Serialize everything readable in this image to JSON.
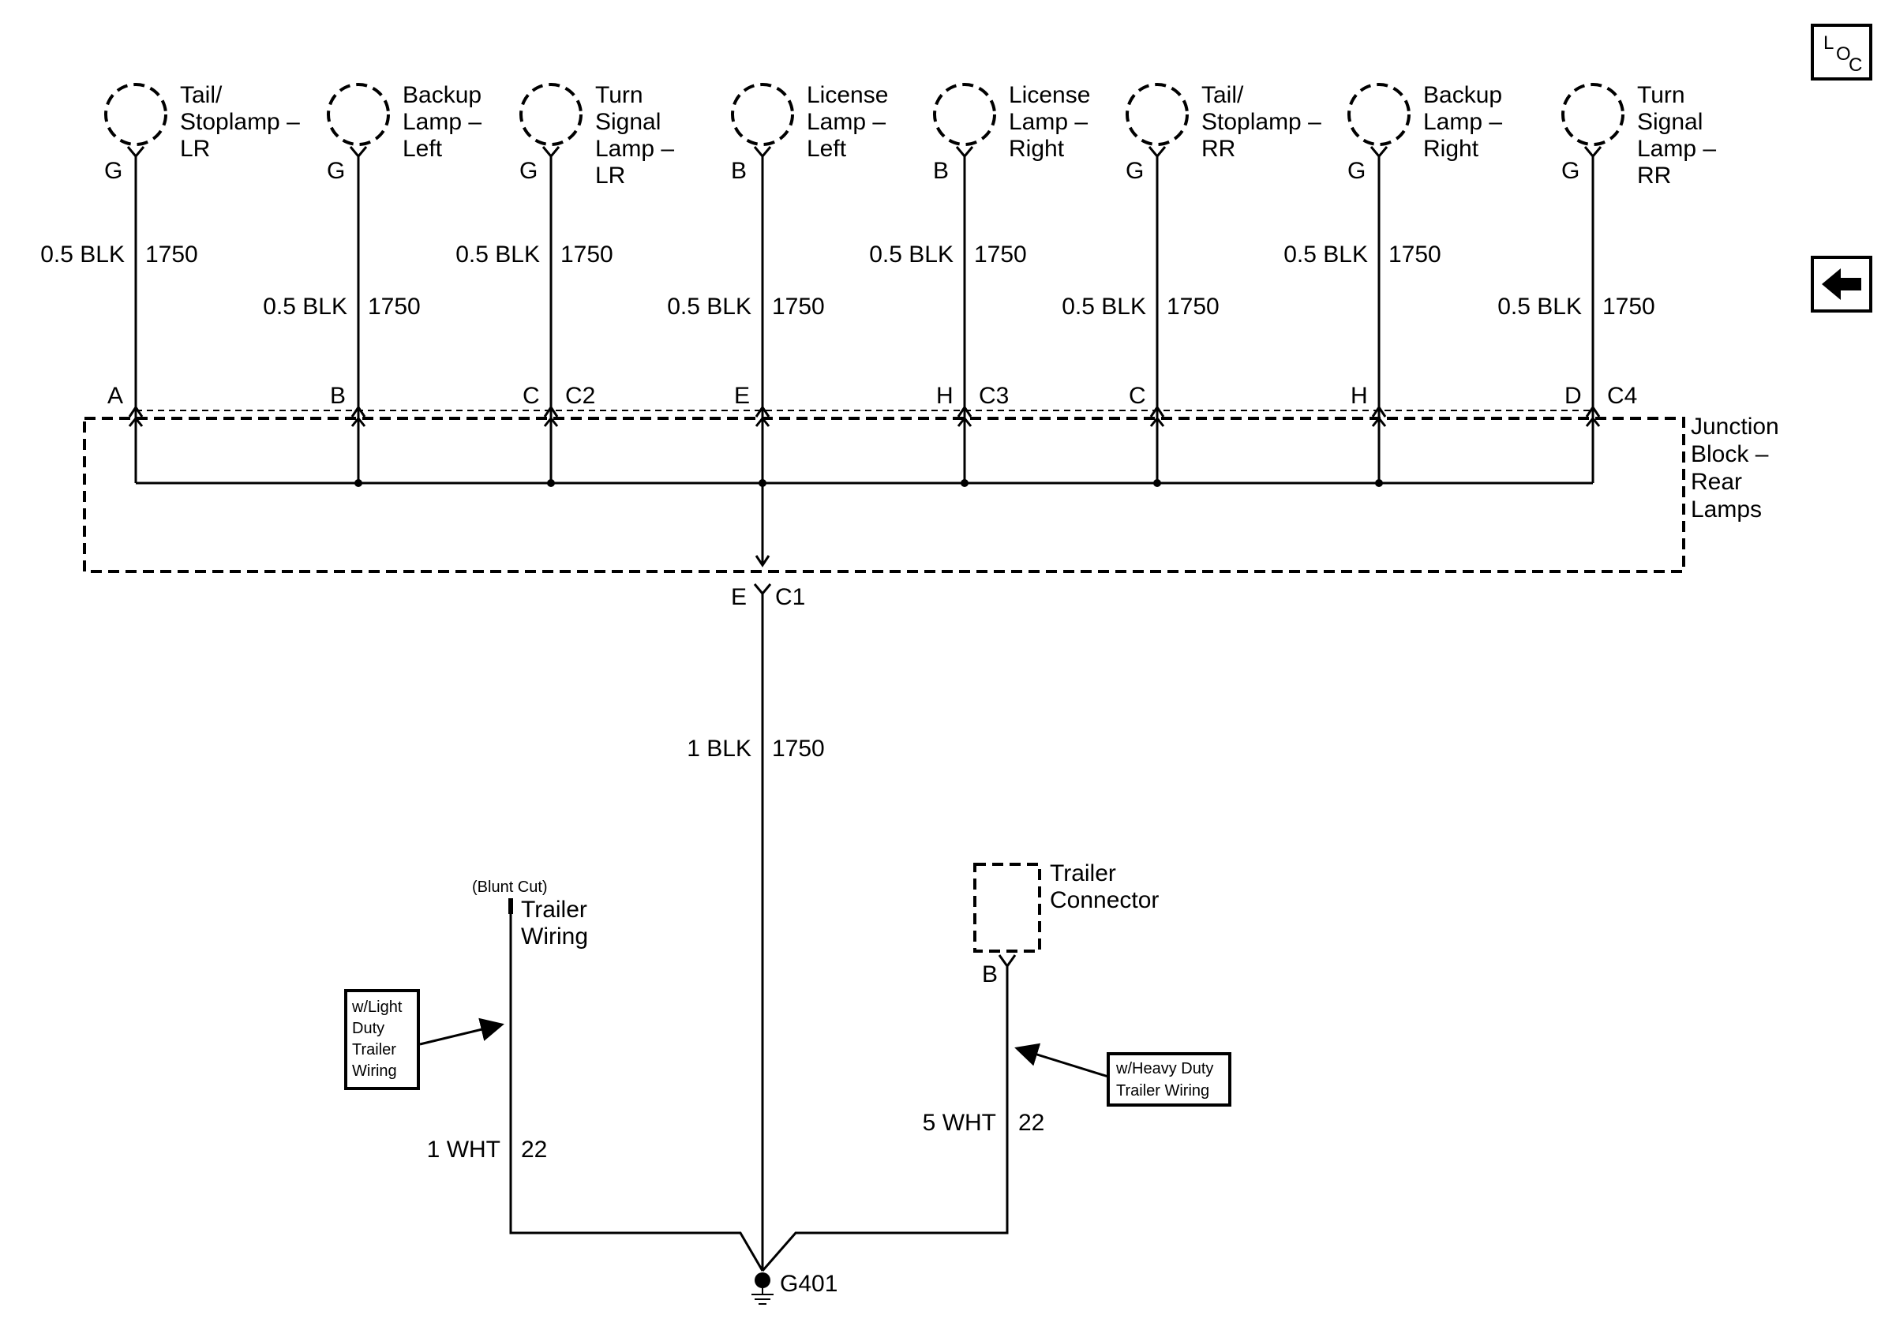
{
  "nav": {
    "loc_button": {
      "l": "L",
      "o": "O",
      "c": "C"
    },
    "back_icon": "left-arrow-icon"
  },
  "lamps": [
    {
      "id": "tail-stoplamp-lr",
      "name_lines": [
        "Tail/",
        "Stoplamp –",
        "LR"
      ],
      "pin": "G",
      "gauge": "0.5 BLK",
      "circuit": "1750",
      "jb_pin": "A",
      "connector": ""
    },
    {
      "id": "backup-lamp-left",
      "name_lines": [
        "Backup",
        "Lamp –",
        "Left"
      ],
      "pin": "G",
      "gauge": "0.5 BLK",
      "circuit": "1750",
      "jb_pin": "B",
      "connector": ""
    },
    {
      "id": "turn-signal-lamp-lr",
      "name_lines": [
        "Turn",
        "Signal",
        "Lamp –",
        "LR"
      ],
      "pin": "G",
      "gauge": "0.5 BLK",
      "circuit": "1750",
      "jb_pin": "C",
      "connector": "C2"
    },
    {
      "id": "license-lamp-left",
      "name_lines": [
        "License",
        "Lamp –",
        "Left"
      ],
      "pin": "B",
      "gauge": "0.5 BLK",
      "circuit": "1750",
      "jb_pin": "E",
      "connector": ""
    },
    {
      "id": "license-lamp-right",
      "name_lines": [
        "License",
        "Lamp –",
        "Right"
      ],
      "pin": "B",
      "gauge": "0.5 BLK",
      "circuit": "1750",
      "jb_pin": "H",
      "connector": "C3"
    },
    {
      "id": "tail-stoplamp-rr",
      "name_lines": [
        "Tail/",
        "Stoplamp –",
        "RR"
      ],
      "pin": "G",
      "gauge": "0.5 BLK",
      "circuit": "1750",
      "jb_pin": "C",
      "connector": ""
    },
    {
      "id": "backup-lamp-right",
      "name_lines": [
        "Backup",
        "Lamp –",
        "Right"
      ],
      "pin": "G",
      "gauge": "0.5 BLK",
      "circuit": "1750",
      "jb_pin": "H",
      "connector": ""
    },
    {
      "id": "turn-signal-lamp-rr",
      "name_lines": [
        "Turn",
        "Signal",
        "Lamp –",
        "RR"
      ],
      "pin": "G",
      "gauge": "0.5 BLK",
      "circuit": "1750",
      "jb_pin": "D",
      "connector": "C4"
    }
  ],
  "junction_block": {
    "name_lines": [
      "Junction",
      "Block –",
      "Rear",
      "Lamps"
    ],
    "out_pin": "E",
    "out_connector": "C1"
  },
  "main_wire": {
    "gauge": "1 BLK",
    "circuit": "1750"
  },
  "trailer_wiring": {
    "note": "(Blunt Cut)",
    "name_lines": [
      "Trailer",
      "Wiring"
    ],
    "gauge": "1 WHT",
    "circuit": "22",
    "option_lines": [
      "w/Light",
      "Duty",
      "Trailer",
      "Wiring"
    ]
  },
  "trailer_connector": {
    "name_lines": [
      "Trailer",
      "Connector"
    ],
    "pin": "B",
    "gauge": "5 WHT",
    "circuit": "22",
    "option_lines": [
      "w/Heavy Duty",
      "Trailer Wiring"
    ]
  },
  "ground": {
    "label": "G401"
  }
}
